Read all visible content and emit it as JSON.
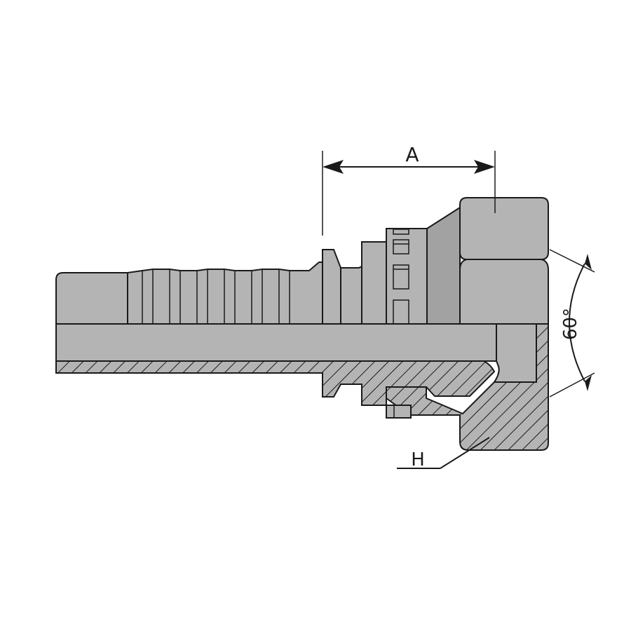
{
  "drawing": {
    "dimension_a_label": "A",
    "angle_label": "60°",
    "hex_label": "H"
  },
  "colors": {
    "steel": "#b4b4b4",
    "steel_dark": "#a2a2a2",
    "outline": "#1a1a1a",
    "background": "#ffffff"
  }
}
